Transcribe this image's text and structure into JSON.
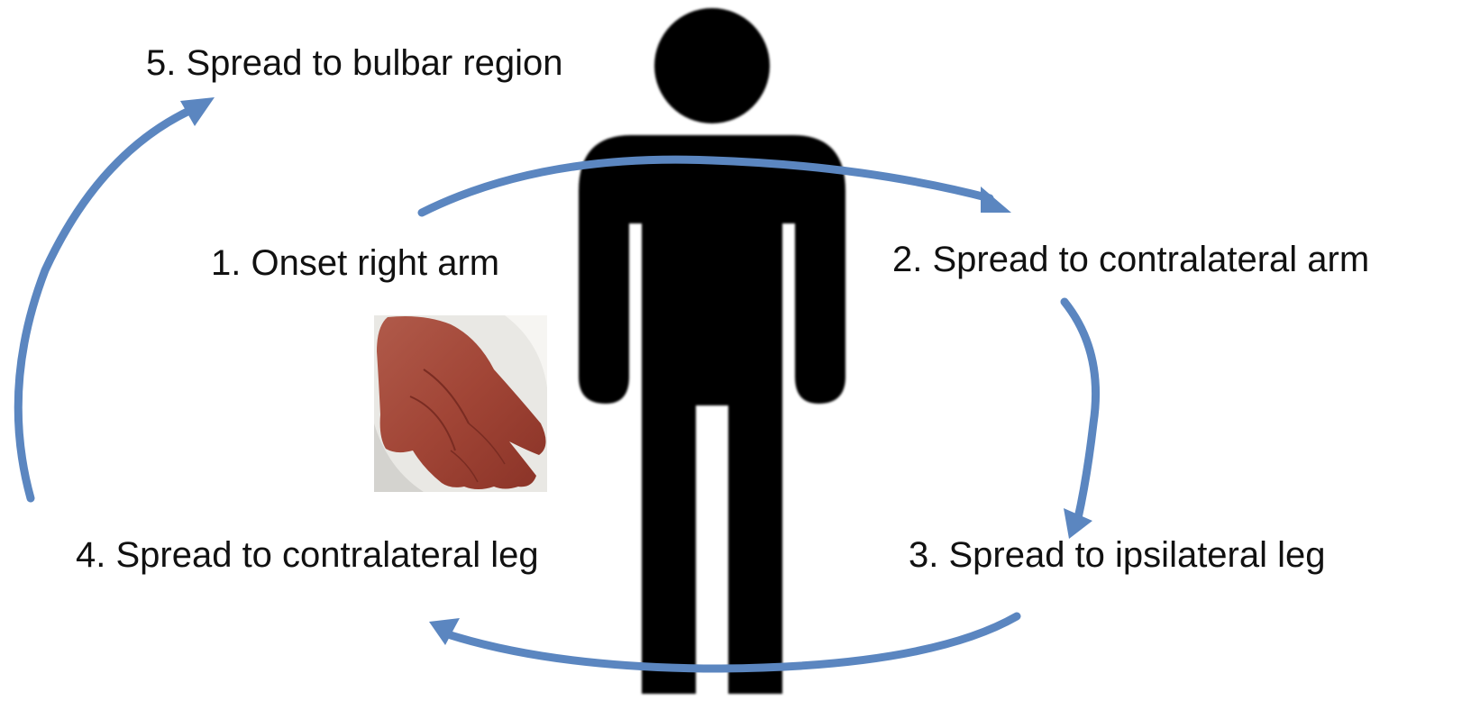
{
  "stages": [
    {
      "number": 1,
      "text": "1. Onset right arm"
    },
    {
      "number": 2,
      "text": "2. Spread to contralateral arm"
    },
    {
      "number": 3,
      "text": "3. Spread to ipsilateral leg"
    },
    {
      "number": 4,
      "text": "4. Spread to contralateral leg"
    },
    {
      "number": 5,
      "text": "5. Spread to bulbar region"
    }
  ],
  "figure": {
    "icon": "standing-person-silhouette",
    "color": "#000000"
  },
  "photo": {
    "icon": "hand-photo",
    "subject": "wasted hand"
  },
  "arrows": {
    "color": "#5b86c0",
    "sequence": [
      "1->2",
      "2->3",
      "3->4",
      "4->5"
    ]
  }
}
